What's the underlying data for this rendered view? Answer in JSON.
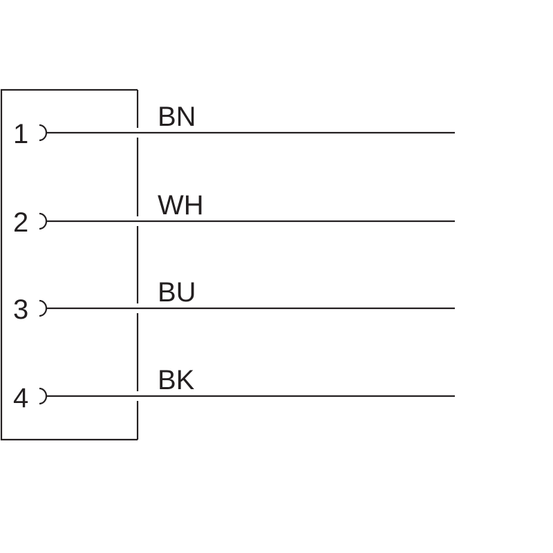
{
  "diagram": {
    "connector": {
      "pins": [
        {
          "number": "1",
          "wire_color": "BN"
        },
        {
          "number": "2",
          "wire_color": "WH"
        },
        {
          "number": "3",
          "wire_color": "BU"
        },
        {
          "number": "4",
          "wire_color": "BK"
        }
      ]
    },
    "colors": {
      "line": "#231f20",
      "background": "#ffffff"
    }
  }
}
